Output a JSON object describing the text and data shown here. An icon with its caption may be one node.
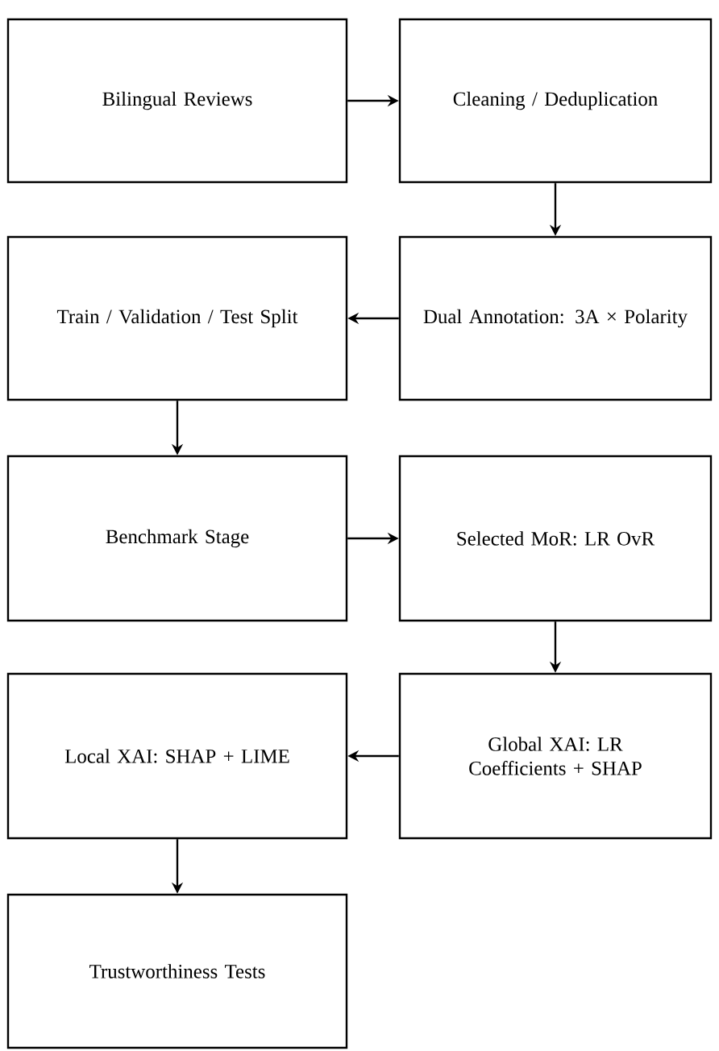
{
  "diagram": {
    "nodes": [
      {
        "text": [
          "Bilingual Reviews"
        ]
      },
      {
        "text": [
          "Cleaning / Deduplication"
        ]
      },
      {
        "text": [
          "Dual Annotation: 3A × Polarity"
        ]
      },
      {
        "text": [
          "Train / Validation / Test Split"
        ]
      },
      {
        "text": [
          "Benchmark Stage"
        ]
      },
      {
        "text": [
          "Selected MoR: LR OvR"
        ]
      },
      {
        "text": [
          "Global XAI: LR Coefficients + SHAP"
        ]
      },
      {
        "text": [
          "Local XAI: SHAP + LIME"
        ]
      },
      {
        "text": [
          "Trustworthiness Tests"
        ]
      }
    ],
    "edges": [
      {
        "from": 0,
        "to": 1,
        "arrow": "to"
      },
      {
        "from": 1,
        "to": 2,
        "arrow": "to"
      },
      {
        "from": 2,
        "to": 3,
        "arrow": "to"
      },
      {
        "from": 3,
        "to": 4,
        "arrow": "to"
      },
      {
        "from": 4,
        "to": 5,
        "arrow": "to"
      },
      {
        "from": 5,
        "to": 6,
        "arrow": "to"
      },
      {
        "from": 6,
        "to": 7,
        "arrow": "to"
      },
      {
        "from": 7,
        "to": 8,
        "arrow": "to"
      }
    ]
  }
}
